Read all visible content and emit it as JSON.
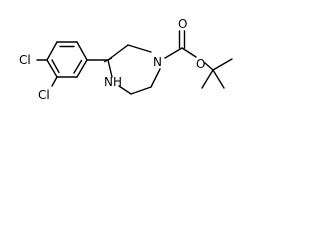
{
  "molecule": {
    "atom_labels": {
      "cl_top": "Cl",
      "cl_bottom": "Cl",
      "nh": "NH",
      "n_ring": "N",
      "o_single": "O",
      "o_double": "O"
    }
  }
}
